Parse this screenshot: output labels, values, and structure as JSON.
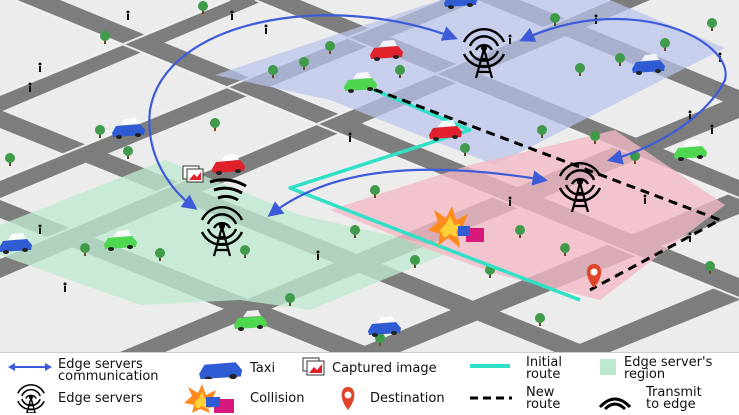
{
  "legend": {
    "edge_comm_1": "Edge servers",
    "edge_comm_2": "communication",
    "taxi": "Taxi",
    "captured_image": "Captured image",
    "initial_route_1": "Initial",
    "initial_route_2": "route",
    "region_1": "Edge server's",
    "region_2": "region",
    "edge_servers": "Edge servers",
    "collision": "Collision",
    "destination": "Destination",
    "new_route_1": "New",
    "new_route_2": "route",
    "transmit_1": "Transmit",
    "transmit_2": "to edge"
  },
  "colors": {
    "region_blue": "#b9c3ec",
    "region_green": "#bfe9cf",
    "region_red": "#f3b9c4",
    "road": "#7d7d7d",
    "sidewalk": "#e6e6e6",
    "initial_route": "#2fe0c6",
    "new_route": "#000000",
    "comm_arrow": "#3d5bd9",
    "destination": "#e0452b",
    "taxi_blue": "#2f5bd3",
    "taxi_red": "#e0202a",
    "taxi_green": "#4fd64f"
  }
}
